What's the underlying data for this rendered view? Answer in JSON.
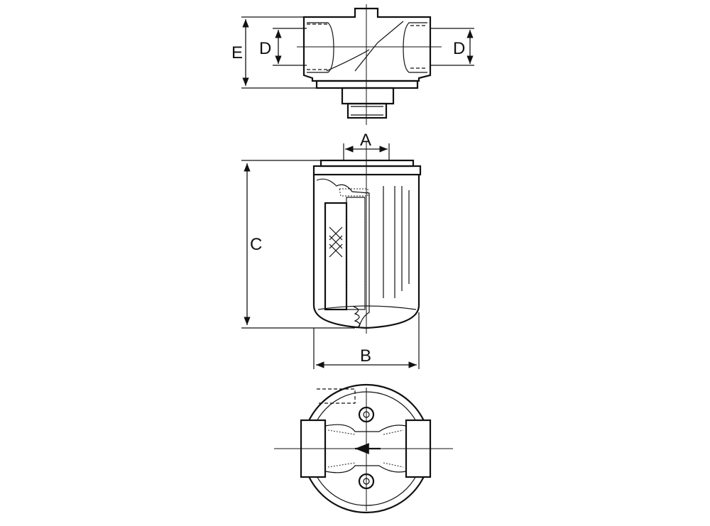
{
  "labels": {
    "a": "A",
    "b": "B",
    "c": "C",
    "d_left": "D",
    "d_right": "D",
    "e": "E"
  }
}
